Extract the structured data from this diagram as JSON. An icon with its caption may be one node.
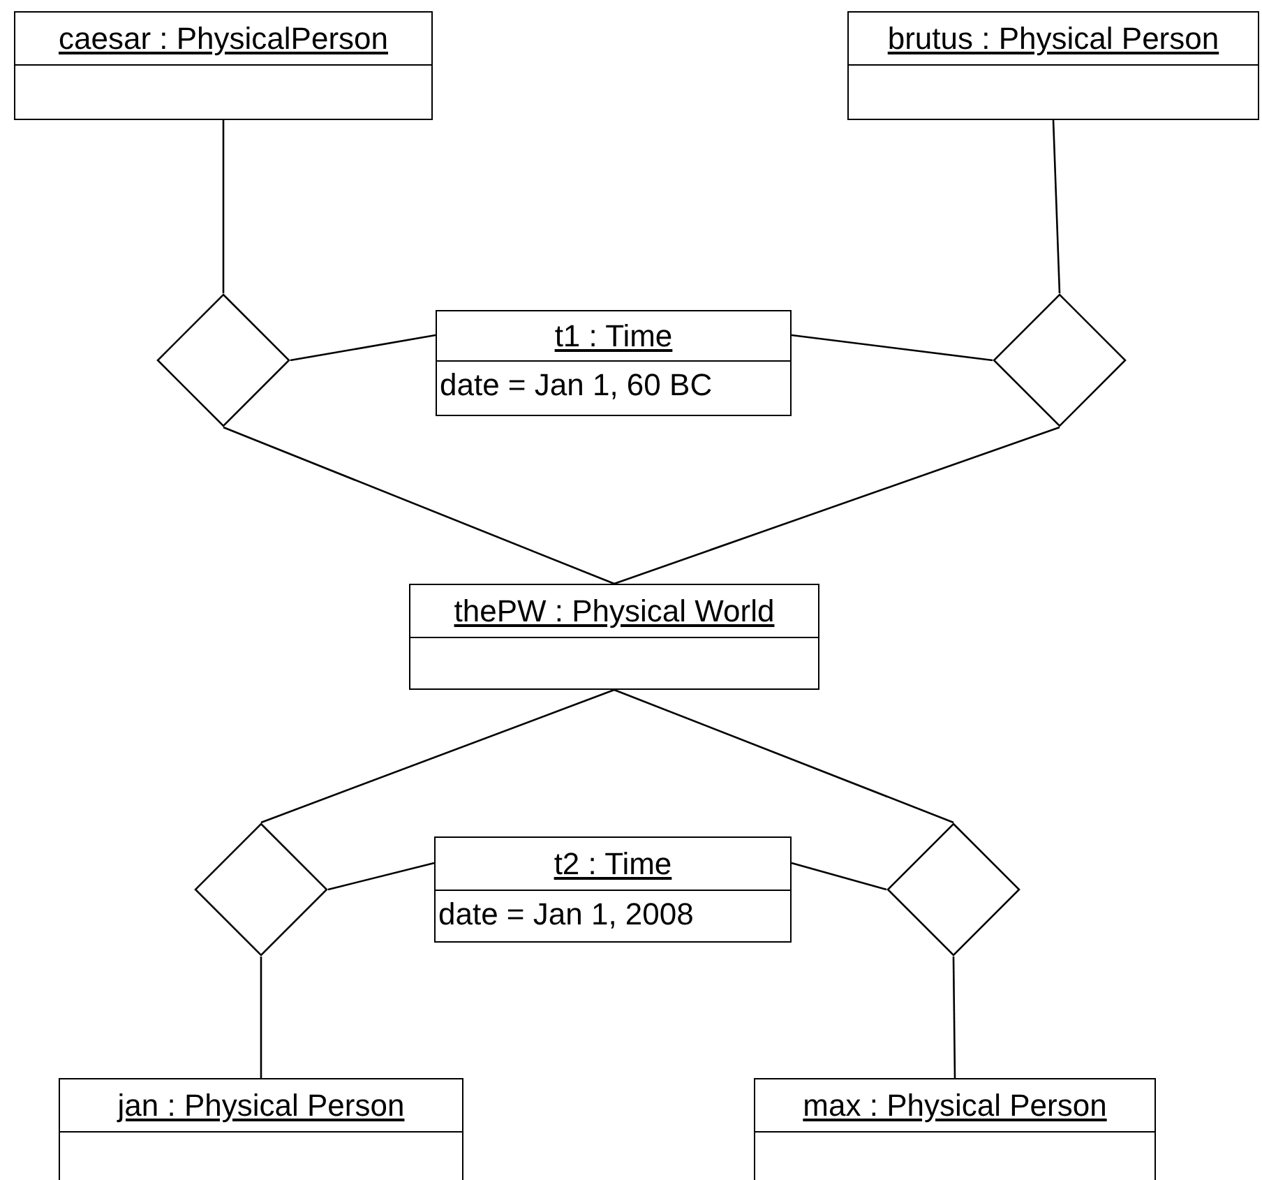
{
  "diagram": {
    "nodes": [
      {
        "text": [
          "caesar : PhysicalPerson"
        ]
      },
      {
        "text": [
          "brutus : Physical Person"
        ]
      },
      {
        "text": [],
        "shape": "diamond"
      },
      {
        "text": [
          "t1 : Time",
          "date = Jan 1, 60 BC"
        ]
      },
      {
        "text": [],
        "shape": "diamond"
      },
      {
        "text": [
          "thePW : Physical World"
        ]
      },
      {
        "text": [],
        "shape": "diamond"
      },
      {
        "text": [
          "t2 : Time",
          "date = Jan 1, 2008"
        ]
      },
      {
        "text": [],
        "shape": "diamond"
      },
      {
        "text": [
          "jan : Physical Person"
        ]
      },
      {
        "text": [
          "max : Physical Person"
        ]
      }
    ],
    "edges": [
      {
        "from": 0,
        "to": 2,
        "arrow": "none"
      },
      {
        "from": 2,
        "to": 3,
        "arrow": "none"
      },
      {
        "from": 3,
        "to": 4,
        "arrow": "none"
      },
      {
        "from": 1,
        "to": 4,
        "arrow": "none"
      },
      {
        "from": 2,
        "to": 5,
        "arrow": "none"
      },
      {
        "from": 4,
        "to": 5,
        "arrow": "none"
      },
      {
        "from": 5,
        "to": 6,
        "arrow": "none"
      },
      {
        "from": 5,
        "to": 8,
        "arrow": "none"
      },
      {
        "from": 6,
        "to": 7,
        "arrow": "none"
      },
      {
        "from": 7,
        "to": 8,
        "arrow": "none"
      },
      {
        "from": 6,
        "to": 9,
        "arrow": "none"
      },
      {
        "from": 8,
        "to": 10,
        "arrow": "none"
      }
    ]
  }
}
